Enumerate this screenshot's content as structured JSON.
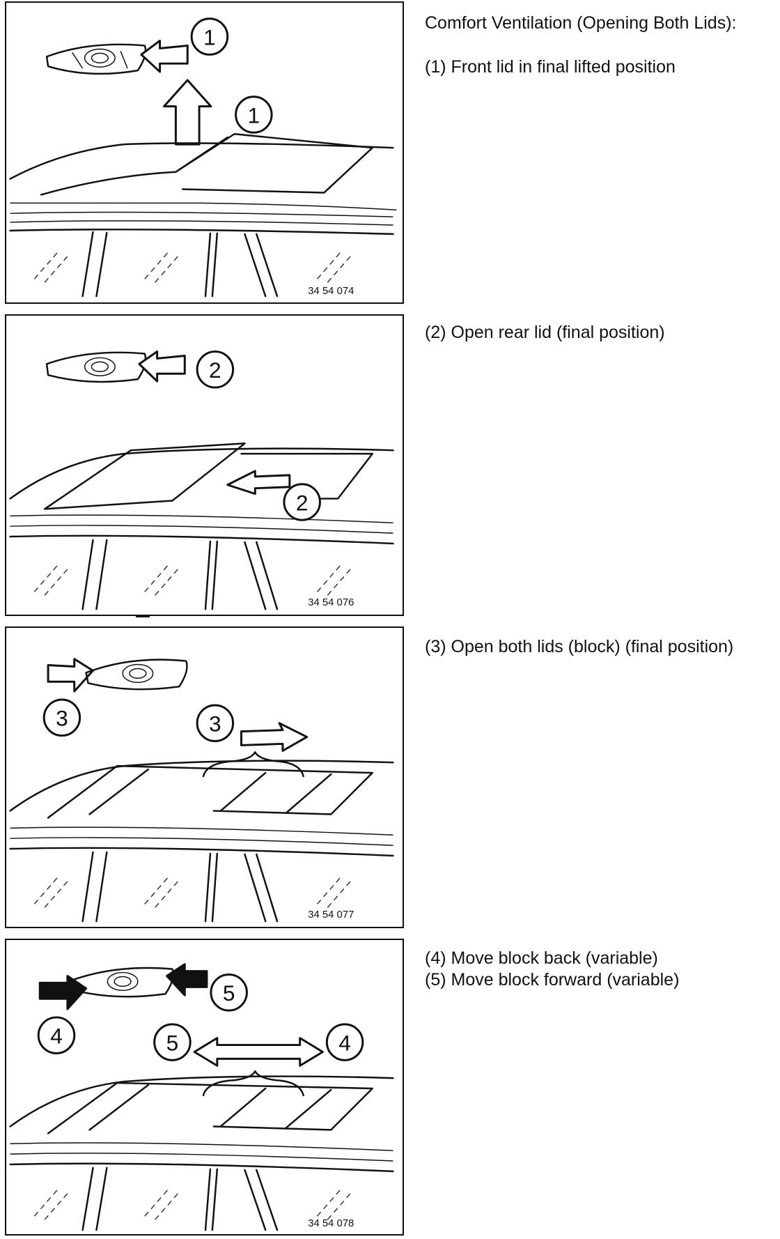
{
  "title": "Comfort Ventilation (Opening Both Lids):",
  "steps": [
    {
      "caption": "(1) Front lid in final lifted position",
      "figure_code": "34 54 074",
      "labels": [
        "1",
        "1"
      ]
    },
    {
      "caption": "(2) Open rear lid (final position)",
      "figure_code": "34 54 076",
      "labels": [
        "2",
        "2"
      ]
    },
    {
      "caption": "(3) Open both lids (block) (final position)",
      "figure_code": "34 54 077",
      "labels": [
        "3",
        "3"
      ]
    },
    {
      "caption_lines": [
        "(4) Move block back (variable)",
        "(5) Move block forward (variable)"
      ],
      "figure_code": "34 54 078",
      "labels": [
        "5",
        "4",
        "5",
        "4"
      ]
    }
  ]
}
